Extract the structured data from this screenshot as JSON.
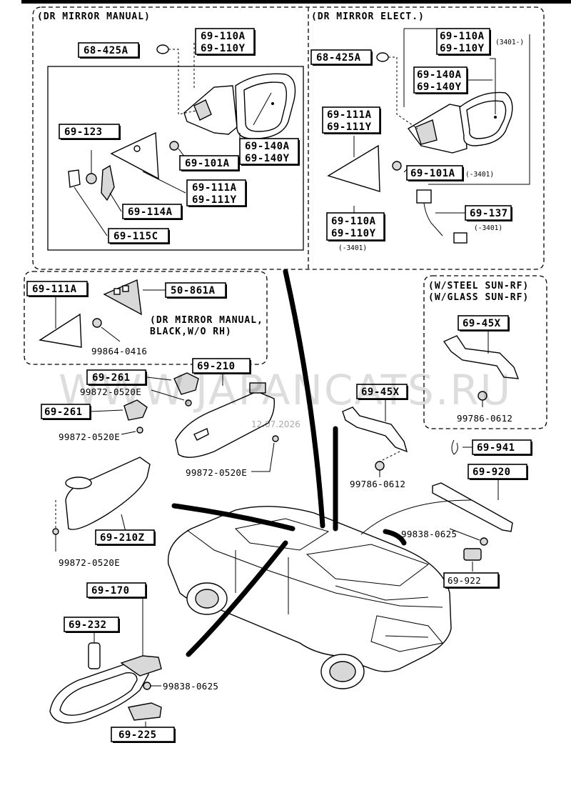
{
  "sections": {
    "manual_mirror": "(DR MIRROR MANUAL)",
    "electric_mirror": "(DR MIRROR ELECT.)",
    "sun_roof_line1": "(W/STEEL SUN-RF)",
    "sun_roof_line2": "(W/GLASS SUN-RF)"
  },
  "notes": {
    "black_line1": "(DR MIRROR MANUAL,",
    "black_line2": "BLACK,W/O RH)",
    "n3401a": "(3401-)",
    "n3401b": "(-3401)",
    "n3401c": "(-3401)",
    "n3401d": "(-3401)"
  },
  "parts": {
    "p68425a_m": "68-425A",
    "p69110a_m": "69-110A",
    "p69110y_m": "69-110Y",
    "p69123": "69-123",
    "p69101a_m": "69-101A",
    "p69140a_m": "69-140A",
    "p69140y_m": "69-140Y",
    "p69111a_m": "69-111A",
    "p69111y_m": "69-111Y",
    "p69114a": "69-114A",
    "p69115c": "69-115C",
    "p68425a_e": "68-425A",
    "p69110a_e": "69-110A",
    "p69110y_e": "69-110Y",
    "p69140a_e": "69-140A",
    "p69140y_e": "69-140Y",
    "p69111a_e": "69-111A",
    "p69111y_e": "69-111Y",
    "p69101a_e": "69-101A",
    "p69137": "69-137",
    "p69110a_e2": "69-110A",
    "p69110y_e2": "69-110Y",
    "p69111a_b": "69-111A",
    "p50861a": "50-861A",
    "p99864": "99864-0416",
    "p6945x_r": "69-45X",
    "p99786_r": "99786-0612",
    "p69261a": "69-261",
    "p99872a": "99872-0520E",
    "p69261b": "69-261",
    "p99872b": "99872-0520E",
    "p69210": "69-210",
    "p99872c": "99872-0520E",
    "p6945x_c": "69-45X",
    "p99786_c": "99786-0612",
    "p69941": "69-941",
    "p69920": "69-920",
    "p99838a": "99838-0625",
    "p69922": "69-922",
    "p69210z": "69-210Z",
    "p99872d": "99872-0520E",
    "p69170": "69-170",
    "p69232": "69-232",
    "p99838b": "99838-0625",
    "p69225": "69-225"
  },
  "watermark": {
    "text": "WWW.JAPANCATS.RU",
    "date": "12.07.2026"
  }
}
